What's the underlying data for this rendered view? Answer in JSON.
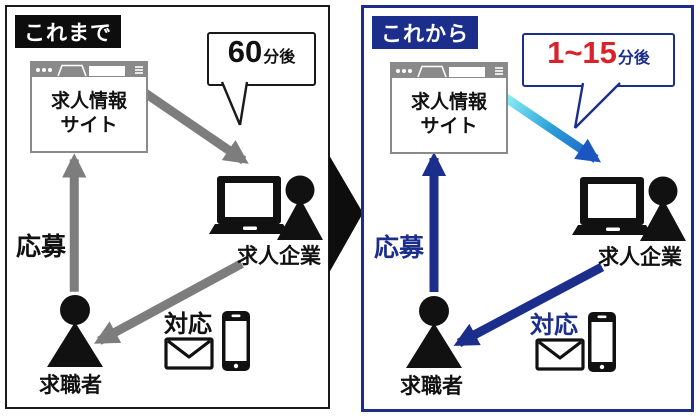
{
  "panels": {
    "left": {
      "title": "これまで",
      "site_line1": "求人情報",
      "site_line2": "サイト",
      "bubble_time": "60",
      "bubble_unit": "分後",
      "apply": "応募",
      "respond": "対応",
      "jobseeker": "求職者",
      "company": "求人企業"
    },
    "right": {
      "title": "これから",
      "site_line1": "求人情報",
      "site_line2": "サイト",
      "bubble_time": "1~15",
      "bubble_unit": "分後",
      "apply": "応募",
      "respond": "対応",
      "jobseeker": "求職者",
      "company": "求人企業"
    }
  },
  "colors": {
    "navy": "#1b2e8c",
    "red": "#d9232b",
    "gray_arrow": "#7d7d7d",
    "black": "#111111",
    "cyan_gradient_start": "#8aeef4",
    "blue_gradient_end": "#1b5ec4",
    "browser_chrome": "#8a8a8a"
  }
}
